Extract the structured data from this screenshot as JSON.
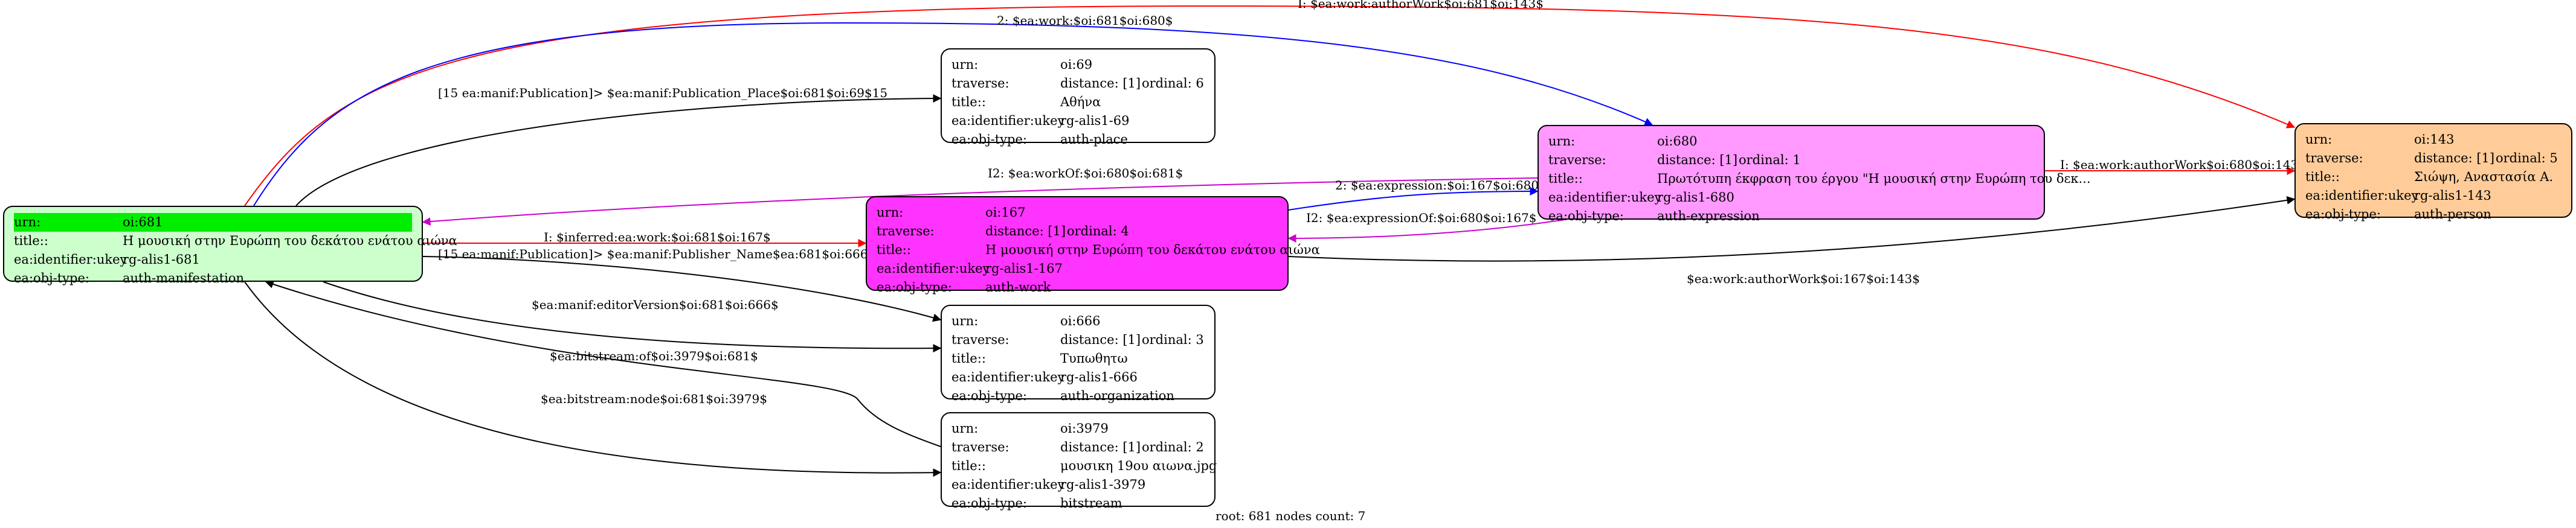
{
  "nodes": [
    {
      "id": "n681",
      "fill": "#ccffcc",
      "rows": [
        {
          "k": "urn:",
          "v": "oi:681",
          "hl": true
        },
        {
          "k": "title::",
          "v": "Η μουσική στην Ευρώπη του δεκάτου ενάτου αιώνα"
        },
        {
          "k": "ea:identifier:ukey",
          "v": "rg-alis1-681"
        },
        {
          "k": "ea:obj-type:",
          "v": "auth-manifestation"
        }
      ]
    },
    {
      "id": "n69",
      "fill": "#ffffff",
      "rows": [
        {
          "k": "urn:",
          "v": "oi:69"
        },
        {
          "k": "traverse:",
          "v": "distance: [1]",
          "v2": "ordinal: 6"
        },
        {
          "k": "title::",
          "v": "Αθήνα"
        },
        {
          "k": "ea:identifier:ukey",
          "v": "rg-alis1-69"
        },
        {
          "k": "ea:obj-type:",
          "v": "auth-place"
        }
      ]
    },
    {
      "id": "n167",
      "fill": "#ff33ff",
      "rows": [
        {
          "k": "urn:",
          "v": "oi:167"
        },
        {
          "k": "traverse:",
          "v": "distance: [1]",
          "v2": "ordinal: 4"
        },
        {
          "k": "title::",
          "v": "Η μουσική στην Ευρώπη του δεκάτου ενάτου αιώνα"
        },
        {
          "k": "ea:identifier:ukey",
          "v": "rg-alis1-167"
        },
        {
          "k": "ea:obj-type:",
          "v": "auth-work"
        }
      ]
    },
    {
      "id": "n680",
      "fill": "#ff99ff",
      "rows": [
        {
          "k": "urn:",
          "v": "oi:680"
        },
        {
          "k": "traverse:",
          "v": "distance: [1]",
          "v2": "ordinal: 1"
        },
        {
          "k": "title::",
          "v": "Πρωτότυπη έκφραση του έργου \"Η μουσική στην Ευρώπη του δεκ..."
        },
        {
          "k": "ea:identifier:ukey",
          "v": "rg-alis1-680"
        },
        {
          "k": "ea:obj-type:",
          "v": "auth-expression"
        }
      ]
    },
    {
      "id": "n143",
      "fill": "#ffcc99",
      "rows": [
        {
          "k": "urn:",
          "v": "oi:143"
        },
        {
          "k": "traverse:",
          "v": "distance: [1]",
          "v2": "ordinal: 5"
        },
        {
          "k": "title::",
          "v": "Σιώψη, Αναστασία Α."
        },
        {
          "k": "ea:identifier:ukey",
          "v": "rg-alis1-143"
        },
        {
          "k": "ea:obj-type:",
          "v": "auth-person"
        }
      ]
    },
    {
      "id": "n666",
      "fill": "#ffffff",
      "rows": [
        {
          "k": "urn:",
          "v": "oi:666"
        },
        {
          "k": "traverse:",
          "v": "distance: [1]",
          "v2": "ordinal: 3"
        },
        {
          "k": "title::",
          "v": "Τυπωθητω"
        },
        {
          "k": "ea:identifier:ukey",
          "v": "rg-alis1-666"
        },
        {
          "k": "ea:obj-type:",
          "v": "auth-organization"
        }
      ]
    },
    {
      "id": "n3979",
      "fill": "#ffffff",
      "rows": [
        {
          "k": "urn:",
          "v": "oi:3979"
        },
        {
          "k": "traverse:",
          "v": "distance: [1]",
          "v2": "ordinal: 2"
        },
        {
          "k": "title::",
          "v": "μουσικη 19ου αιωνα.jpg"
        },
        {
          "k": "ea:identifier:ukey",
          "v": "rg-alis1-3979"
        },
        {
          "k": "ea:obj-type:",
          "v": "bitstream"
        }
      ]
    }
  ],
  "edges": [
    {
      "id": "e1",
      "label": "I: $ea:work:authorWork$oi:681$oi:143$",
      "color": "#ff0000"
    },
    {
      "id": "e2",
      "label": "2: $ea:work:$oi:681$oi:680$",
      "color": "#0000ff"
    },
    {
      "id": "e3",
      "label": "[15 ea:manif:Publication]> $ea:manif:Publication_Place$oi:681$oi:69$15",
      "color": "#000000"
    },
    {
      "id": "e4",
      "label": "I2: $ea:workOf:$oi:680$oi:681$",
      "color": "#cc00cc"
    },
    {
      "id": "e5",
      "label": "I: $inferred:ea:work:$oi:681$oi:167$",
      "color": "#ff0000"
    },
    {
      "id": "e6",
      "label": "[15 ea:manif:Publication]> $ea:manif:Publisher_Name$ea:681$oi:666$15",
      "color": "#000000"
    },
    {
      "id": "e7",
      "label": "2: $ea:expression:$oi:167$oi:680$",
      "color": "#0000ff"
    },
    {
      "id": "e8",
      "label": "I2: $ea:expressionOf:$oi:680$oi:167$",
      "color": "#cc00cc"
    },
    {
      "id": "e9",
      "label": "I: $ea:work:authorWork$oi:680$oi:143$",
      "color": "#ff0000"
    },
    {
      "id": "e10",
      "label": "$ea:work:authorWork$oi:167$oi:143$",
      "color": "#000000"
    },
    {
      "id": "e11",
      "label": "$ea:manif:editorVersion$oi:681$oi:666$",
      "color": "#000000"
    },
    {
      "id": "e12",
      "label": "$ea:bitstream:of$oi:3979$oi:681$",
      "color": "#000000"
    },
    {
      "id": "e13",
      "label": "$ea:bitstream:node$oi:681$oi:3979$",
      "color": "#000000"
    }
  ],
  "footer": "root: 681 nodes count: 7"
}
